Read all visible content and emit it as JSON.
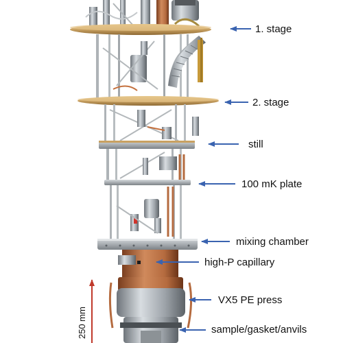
{
  "labels": {
    "stage1": "1. stage",
    "stage2": "2. stage",
    "still": "still",
    "plate100mk": "100 mK plate",
    "mixing": "mixing chamber",
    "capillary": "high-P capillary",
    "press": "VX5 PE press",
    "sample": "sample/gasket/anvils"
  },
  "scale_bar": {
    "label": "250 mm"
  },
  "colors": {
    "arrow": "#3a63b0",
    "gold_plate": "#c9a161",
    "steel": "#9ea4aa",
    "copper": "#b56b3f",
    "background": "#ffffff"
  }
}
